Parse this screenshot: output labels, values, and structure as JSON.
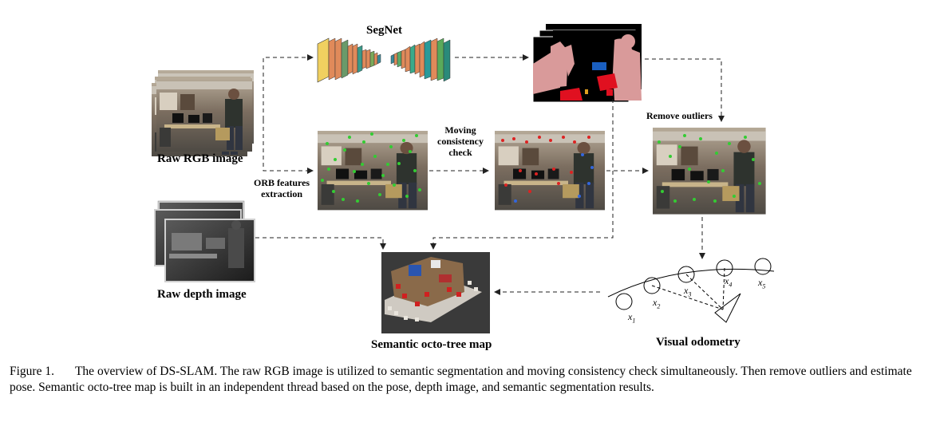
{
  "labels": {
    "segnet": "SegNet",
    "raw_rgb": "Raw RGB image",
    "orb_line1": "ORB features",
    "orb_line2": "extraction",
    "moving_line1": "Moving",
    "moving_line2": "consistency",
    "moving_line3": "check",
    "remove_outliers": "Remove outliers",
    "raw_depth": "Raw depth image",
    "octo_map": "Semantic octo-tree map",
    "visual_odometry": "Visual odometry"
  },
  "poses": [
    "x",
    "x",
    "x",
    "x",
    "x"
  ],
  "pose_subscripts": [
    "1",
    "2",
    "3",
    "4",
    "5"
  ],
  "caption": {
    "number": "Figure 1.",
    "text": "The overview of DS-SLAM. The raw RGB image is utilized to semantic segmentation and moving consistency check simultaneously. Then remove outliers and estimate pose. Semantic octo-tree map is built in an independent thread based on the pose, depth image, and semantic segmentation results."
  },
  "colors": {
    "feature_point": "#33cc33",
    "outlier_point": "#dd2222",
    "person_mask": "#d99a9a",
    "chair_mask": "#e01020",
    "monitor_mask": "#1a5fc0",
    "photo_bg": "#6b6258",
    "depth_bg": "#2a2a2a"
  }
}
